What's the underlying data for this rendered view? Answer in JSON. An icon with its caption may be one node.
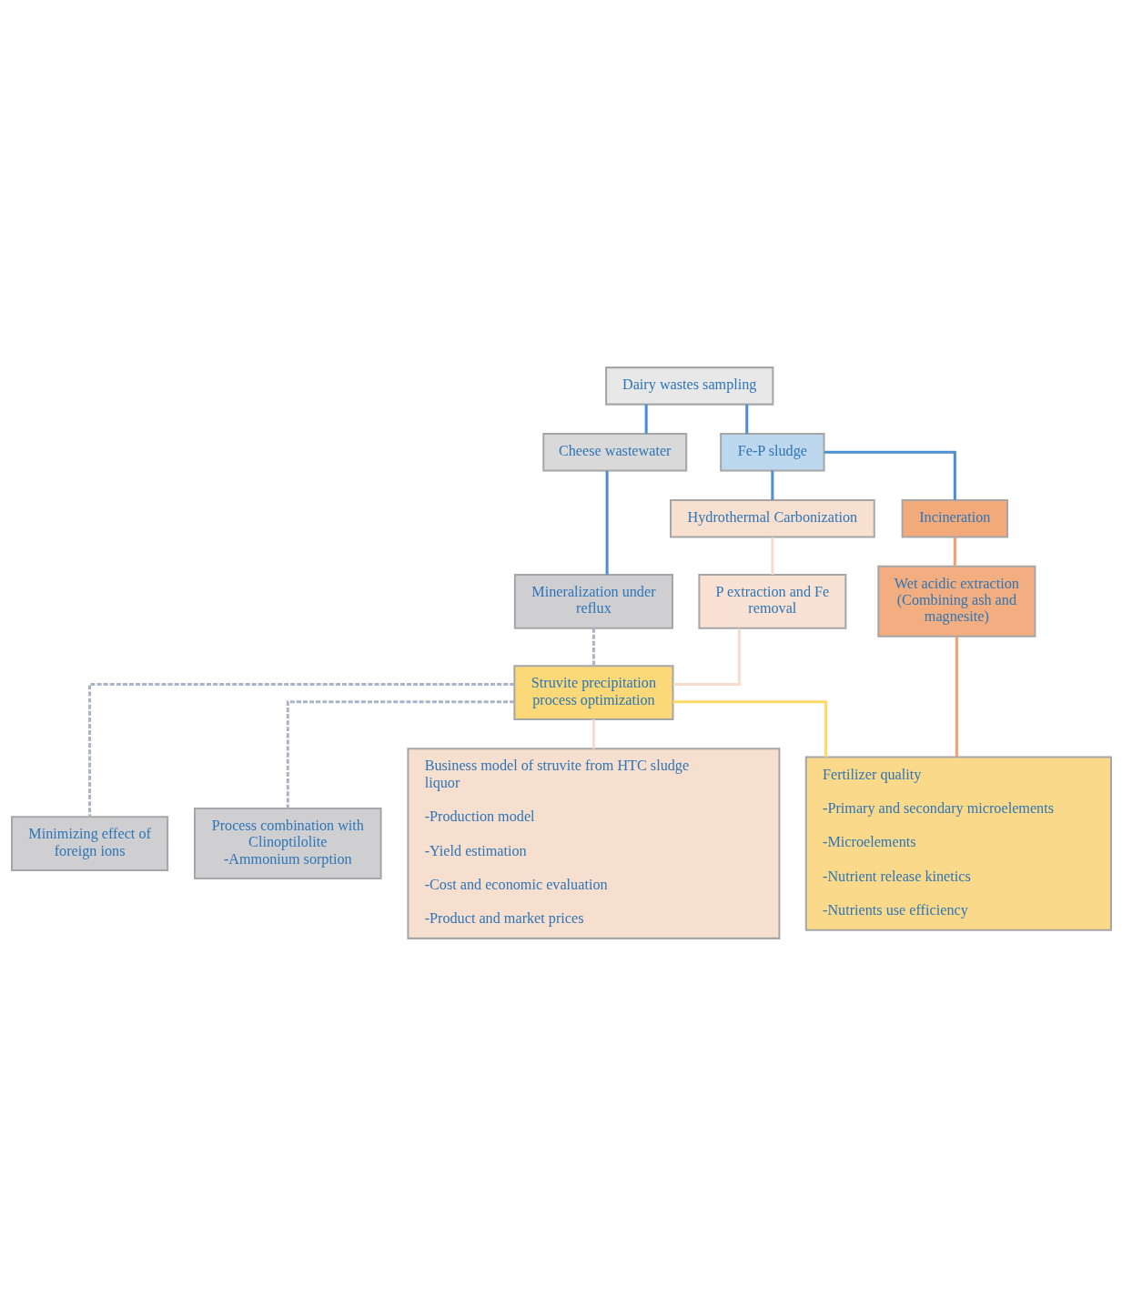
{
  "diagram": {
    "nodes": [
      {
        "text": [
          "Dairy wastes sampling"
        ]
      },
      {
        "text": [
          "Cheese wastewater"
        ]
      },
      {
        "text": [
          "Fe-P sludge"
        ]
      },
      {
        "text": [
          "Mineralization under reflux"
        ]
      },
      {
        "text": [
          "Hydrothermal Carbonization"
        ]
      },
      {
        "text": [
          "Incineration"
        ]
      },
      {
        "text": [
          "P extraction and Fe removal"
        ]
      },
      {
        "text": [
          "Wet acidic extraction (Combining ash and magnesite)"
        ]
      },
      {
        "text": [
          "Struvite precipitation process optimization"
        ]
      },
      {
        "text": [
          "Minimizing effect of foreign ions"
        ]
      },
      {
        "text": [
          "Process combination with Clinoptilolite",
          "-Ammonium sorption"
        ]
      },
      {
        "text": [
          "Fertilizer quality",
          "-Primary and secondary microelements",
          "-Microelements",
          "-Nutrient release kinetics",
          "-Nutrients use efficiency"
        ]
      },
      {
        "text": [
          "Business model of struvite from HTC sludge liquor",
          "-Production model",
          "-Yield estimation",
          "-Cost and economic evaluation",
          "-Product and market prices"
        ]
      }
    ],
    "edges": [
      {
        "from": 0,
        "to": 1,
        "arrow": "none"
      },
      {
        "from": 0,
        "to": 2,
        "arrow": "none"
      },
      {
        "from": 1,
        "to": 3,
        "arrow": "none"
      },
      {
        "from": 2,
        "to": 4,
        "arrow": "none"
      },
      {
        "from": 2,
        "to": 5,
        "arrow": "none"
      },
      {
        "from": 4,
        "to": 6,
        "arrow": "none",
        "color": "#f8dccb"
      },
      {
        "from": 5,
        "to": 7,
        "arrow": "none",
        "color": "#f0a070"
      },
      {
        "from": 3,
        "to": 8,
        "arrow": "none",
        "style": "dashed",
        "color": "#aab4c8"
      },
      {
        "from": 6,
        "to": 8,
        "arrow": "none",
        "color": "#f8dccb"
      },
      {
        "from": 8,
        "to": 9,
        "arrow": "none",
        "style": "dashed",
        "color": "#aab4c8"
      },
      {
        "from": 8,
        "to": 10,
        "arrow": "none",
        "style": "dashed",
        "color": "#aab4c8"
      },
      {
        "from": 8,
        "to": 11,
        "arrow": "none",
        "color": "#ffd966"
      },
      {
        "from": 8,
        "to": 12,
        "arrow": "none",
        "color": "#f8dccb"
      },
      {
        "from": 7,
        "to": 11,
        "arrow": "none",
        "color": "#f0a070"
      }
    ]
  }
}
